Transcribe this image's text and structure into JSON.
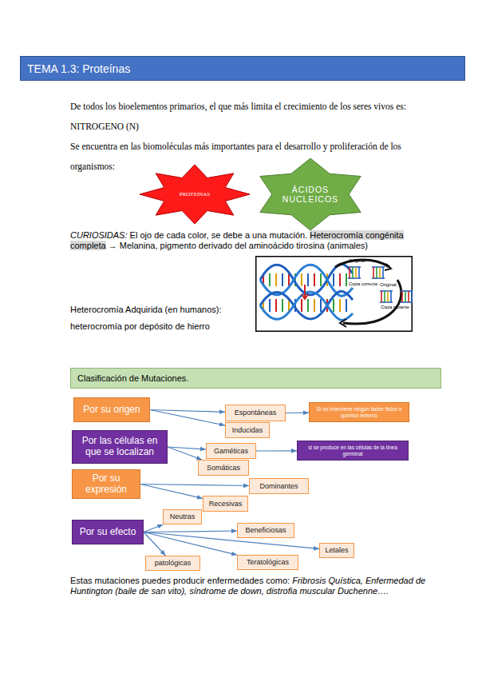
{
  "diagram": {
    "title": "TEMA 1.3: Proteínas",
    "nodes": [
      {
        "text": [
          "PROTEINAS"
        ]
      },
      {
        "text": [
          "ÁCIDOS NUCLEICOS"
        ]
      },
      {
        "text": [
          "Clasificación de Mutaciones."
        ]
      },
      {
        "text": [
          "Por su origen"
        ]
      },
      {
        "text": [
          "Espontáneas"
        ]
      },
      {
        "text": [
          "Si no interviene ningún factor físico o químico externo"
        ]
      },
      {
        "text": [
          "Inducidas"
        ]
      },
      {
        "text": [
          "Por las células en que se localizan"
        ]
      },
      {
        "text": [
          "Gaméticas"
        ]
      },
      {
        "text": [
          "si se produce en las células de la línea germinal"
        ]
      },
      {
        "text": [
          "Somáticas"
        ]
      },
      {
        "text": [
          "Por su expresión"
        ]
      },
      {
        "text": [
          "Dominantes"
        ]
      },
      {
        "text": [
          "Recesivas"
        ]
      },
      {
        "text": [
          "Neutras"
        ]
      },
      {
        "text": [
          "Por su efecto"
        ]
      },
      {
        "text": [
          "Beneficiosas"
        ]
      },
      {
        "text": [
          "Letales"
        ]
      },
      {
        "text": [
          "patológicas"
        ]
      },
      {
        "text": [
          "Teratológicas"
        ]
      }
    ],
    "edges": [
      {
        "from": 3,
        "to": 4,
        "arrow": "to"
      },
      {
        "from": 3,
        "to": 6,
        "arrow": "to"
      },
      {
        "from": 4,
        "to": 5,
        "arrow": "to"
      },
      {
        "from": 7,
        "to": 8,
        "arrow": "to"
      },
      {
        "from": 7,
        "to": 10,
        "arrow": "to"
      },
      {
        "from": 8,
        "to": 9,
        "arrow": "to"
      },
      {
        "from": 11,
        "to": 12,
        "arrow": "to"
      },
      {
        "from": 11,
        "to": 13,
        "arrow": "to"
      },
      {
        "from": 15,
        "to": 14,
        "arrow": "to"
      },
      {
        "from": 15,
        "to": 16,
        "arrow": "to"
      },
      {
        "from": 15,
        "to": 17,
        "arrow": "to"
      },
      {
        "from": 15,
        "to": 18,
        "arrow": "to"
      },
      {
        "from": 15,
        "to": 19,
        "arrow": "to"
      }
    ],
    "labels": [
      "De todos los bioelementos primarios, el que más limita el crecimiento de los seres vivos es: NITROGENO (N)",
      "Se encuentra en las biomoléculas más importantes para el desarrollo y proliferación de los organismos:",
      "CURIOSIDAS:",
      "El ojo de cada color, se debe a una mutación.",
      "Heterocromía congénita completa",
      "→ Melanina, pigmento derivado del aminoácido tirosina (animales)",
      "Original",
      "Copia correcta",
      "Original",
      "Copia mutante",
      "Heterocromía Adquirida (en humanos):",
      "heterocromía por depósito de hierro",
      "Estas mutaciones puedes producir enfermedades como:",
      "Fribrosis Quística, Enfermedad de Huntington (baile de san vito), síndrome de down, distrofia muscular Duchenne…."
    ]
  }
}
